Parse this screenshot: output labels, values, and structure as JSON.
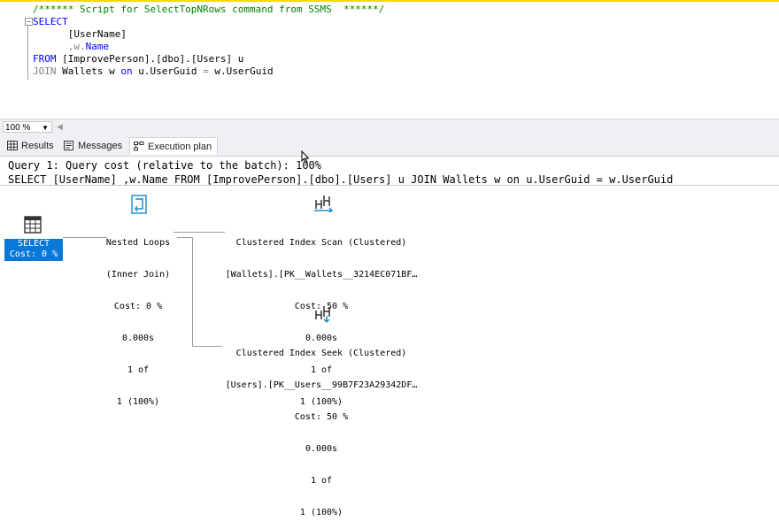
{
  "editor": {
    "lines": [
      "/****** Script for SelectTopNRows command from SSMS  ******/",
      "SELECT",
      "      [UserName]",
      "      ,w.Name",
      "FROM [ImprovePerson].[dbo].[Users] u",
      "JOIN Wallets w on u.UserGuid = w.UserGuid"
    ],
    "l2_name": "Name",
    "l2_prefix": ",w."
  },
  "zoom": {
    "value": "100 %"
  },
  "tabs": [
    {
      "label": "Results",
      "icon": "grid-icon"
    },
    {
      "label": "Messages",
      "icon": "messages-icon"
    },
    {
      "label": "Execution plan",
      "icon": "execution-plan-icon",
      "active": true
    }
  ],
  "plan": {
    "query_header": "Query 1: Query cost (relative to the batch): 100%",
    "query_text": "SELECT [UserName] ,w.Name FROM [ImprovePerson].[dbo].[Users] u JOIN Wallets w on u.UserGuid = w.UserGuid",
    "nodes": {
      "select": {
        "label": "SELECT",
        "cost": "Cost: 0 %"
      },
      "nested_loops": {
        "title": "Nested Loops",
        "subtitle": "(Inner Join)",
        "cost": "Cost: 0 %",
        "time": "0.000s",
        "rows": "1 of",
        "pct": "1 (100%)"
      },
      "scan": {
        "title": "Clustered Index Scan (Clustered)",
        "object": "[Wallets].[PK__Wallets__3214EC071BF…",
        "cost": "Cost: 50 %",
        "time": "0.000s",
        "rows": "1 of",
        "pct": "1 (100%)"
      },
      "seek": {
        "title": "Clustered Index Seek (Clustered)",
        "object": "[Users].[PK__Users__99B7F23A29342DF…",
        "cost": "Cost: 50 %",
        "time": "0.000s",
        "rows": "1 of",
        "pct": "1 (100%)"
      }
    }
  },
  "colors": {
    "selected_node": "#0a78d7",
    "comment": "#008000",
    "keyword": "#0000ff"
  }
}
